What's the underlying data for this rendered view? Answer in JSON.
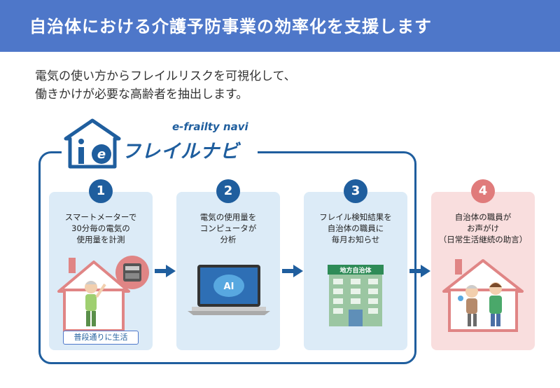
{
  "header": {
    "title": "自治体における介護予防事業の効率化を支援します"
  },
  "intro": {
    "line1": "電気の使い方からフレイルリスクを可視化して、",
    "line2": "働きかけが必要な高齢者を抽出します。"
  },
  "logo": {
    "tagline": "e-frailty navi",
    "name": "フレイルナビ"
  },
  "steps": [
    {
      "number": "1",
      "text": "スマートメーターで\n30分毎の電気の\n使用量を計測",
      "badge": "普段通りに生活"
    },
    {
      "number": "2",
      "text": "電気の使用量を\nコンピュータが\n分析",
      "screen_label": "AI"
    },
    {
      "number": "3",
      "text": "フレイル検知結果を\n自治体の職員に\n毎月お知らせ",
      "building_label": "地方自治体"
    },
    {
      "number": "4",
      "text": "自治体の職員が\nお声がけ\n（日常生活継続の助言）"
    }
  ],
  "colors": {
    "banner": "#4e77c9",
    "primary": "#1f5e9e",
    "card_blue": "#dcebf7",
    "card_pink": "#f9dede",
    "accent_pink": "#e07b7b"
  }
}
